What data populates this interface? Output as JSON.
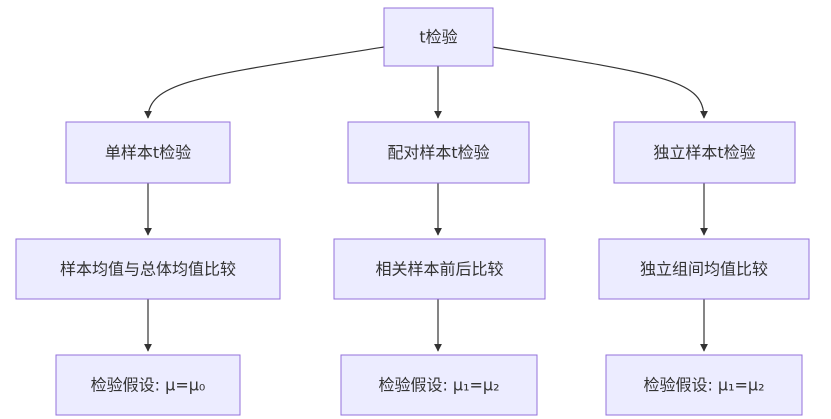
{
  "nodes": {
    "root": "t检验",
    "one_sample": "单样本t检验",
    "paired": "配对样本t检验",
    "independent": "独立样本t检验",
    "one_sample_desc": "样本均值与总体均值比较",
    "paired_desc": "相关样本前后比较",
    "independent_desc": "独立组间均值比较",
    "one_sample_hyp": "检验假设: μ=μ₀",
    "paired_hyp": "检验假设: μ₁=μ₂",
    "independent_hyp": "检验假设: μ₁=μ₂"
  },
  "colors": {
    "node_fill": "#ECECFF",
    "node_stroke": "#9370DB",
    "edge": "#333333",
    "text": "#333333"
  }
}
